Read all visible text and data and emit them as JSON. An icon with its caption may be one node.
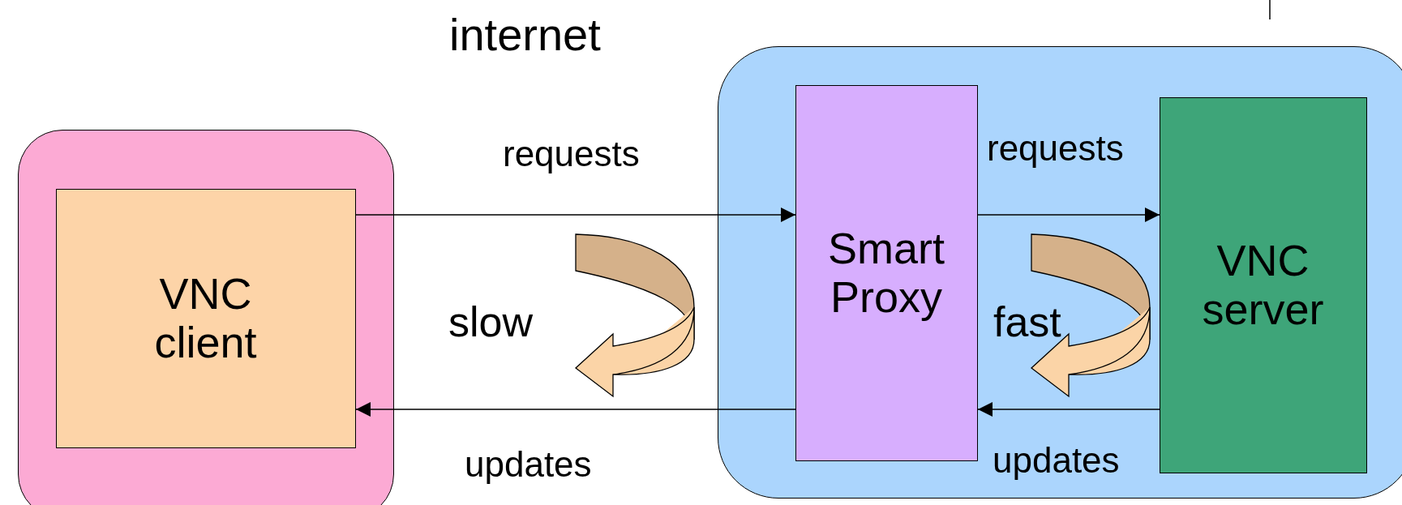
{
  "diagram": {
    "nodes": [
      {
        "text": [],
        "shape": "box"
      },
      {
        "text": [
          "VNC client"
        ],
        "in": 0
      },
      {
        "text": [],
        "shape": "box"
      },
      {
        "text": [
          "Smart Proxy"
        ],
        "in": 2
      },
      {
        "text": [
          "VNC server"
        ],
        "in": 2
      }
    ],
    "edges": [
      {
        "from": 1,
        "to": 3,
        "arrow": "to",
        "label": "requests"
      },
      {
        "from": 3,
        "to": 4,
        "arrow": "to",
        "label": "requests"
      },
      {
        "from": 4,
        "to": 3,
        "arrow": "to",
        "label": "updates"
      },
      {
        "from": 3,
        "to": 1,
        "arrow": "to",
        "label": "updates"
      }
    ],
    "labels": [
      "internet",
      "slow",
      "fast"
    ]
  }
}
